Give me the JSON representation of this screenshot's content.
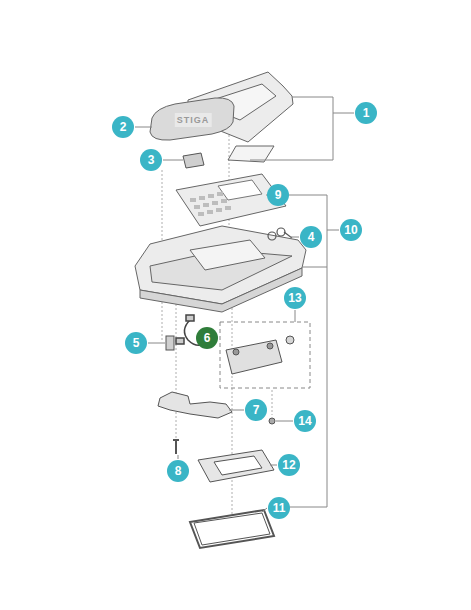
{
  "diagram": {
    "labels": [
      "1",
      "2",
      "STIGA",
      "3",
      "9",
      "10",
      "4",
      "13",
      "6",
      "5",
      "7",
      "14",
      "8",
      "12",
      "11"
    ]
  }
}
